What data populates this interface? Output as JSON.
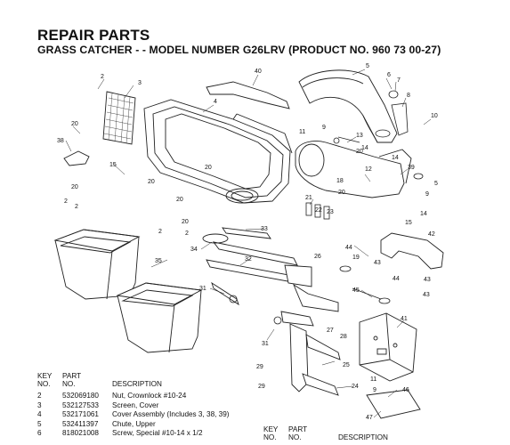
{
  "header": {
    "title": "REPAIR PARTS",
    "subtitle": "GRASS CATCHER - - MODEL NUMBER G26LRV (PRODUCT NO. 960 73 00-27)"
  },
  "callouts": [
    "2",
    "3",
    "40",
    "4",
    "5",
    "6",
    "7",
    "8",
    "20",
    "38",
    "9",
    "13",
    "10",
    "11",
    "20",
    "14",
    "15",
    "39",
    "12",
    "20",
    "20",
    "18",
    "5",
    "14",
    "20",
    "21",
    "22",
    "23",
    "9",
    "20",
    "2",
    "2",
    "20",
    "20",
    "2",
    "2",
    "42",
    "33",
    "14",
    "15",
    "34",
    "44",
    "43",
    "32",
    "26",
    "35",
    "19",
    "45",
    "43",
    "31",
    "41",
    "44",
    "43",
    "31",
    "27",
    "28",
    "25",
    "29",
    "29",
    "24",
    "11",
    "9",
    "46",
    "47"
  ],
  "parts_table": {
    "headers": {
      "key": "KEY NO.",
      "key_line1": "KEY",
      "key_line2": "NO.",
      "part_line1": "PART",
      "part_line2": "NO.",
      "description": "DESCRIPTION"
    },
    "rows": [
      {
        "key": "2",
        "part": "532069180",
        "description": "Nut, Crownlock #10-24"
      },
      {
        "key": "3",
        "part": "532127533",
        "description": "Screen, Cover"
      },
      {
        "key": "4",
        "part": "532171061",
        "description": "Cover Assembly (Includes 3, 38, 39)"
      },
      {
        "key": "5",
        "part": "532411397",
        "description": "Chute, Upper"
      },
      {
        "key": "6",
        "part": "818021008",
        "description": "Screw, Special #10-14 x 1/2"
      }
    ]
  },
  "parts_table_2": {
    "headers": {
      "key_line1": "KEY",
      "key_line2": "NO.",
      "part_line1": "PART",
      "part_line2": "NO.",
      "description": "DESCRIPTION"
    }
  }
}
